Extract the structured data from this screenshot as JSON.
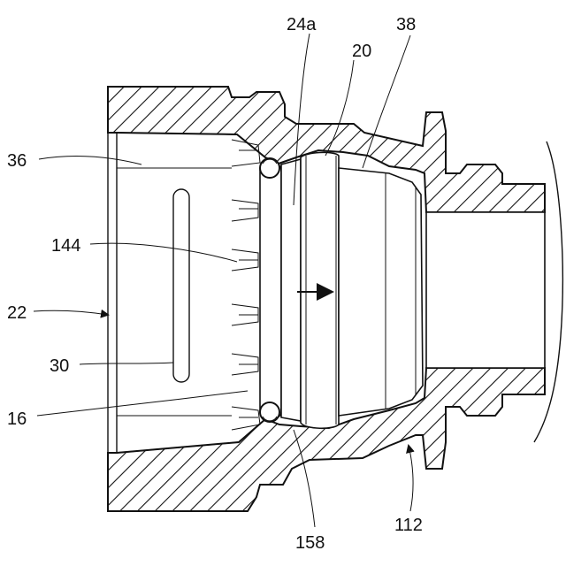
{
  "labels": {
    "l24a": "24a",
    "l20": "20",
    "l38": "38",
    "l36": "36",
    "l144": "144",
    "l22": "22",
    "l30": "30",
    "l16": "16",
    "l158": "158",
    "l112": "112"
  }
}
